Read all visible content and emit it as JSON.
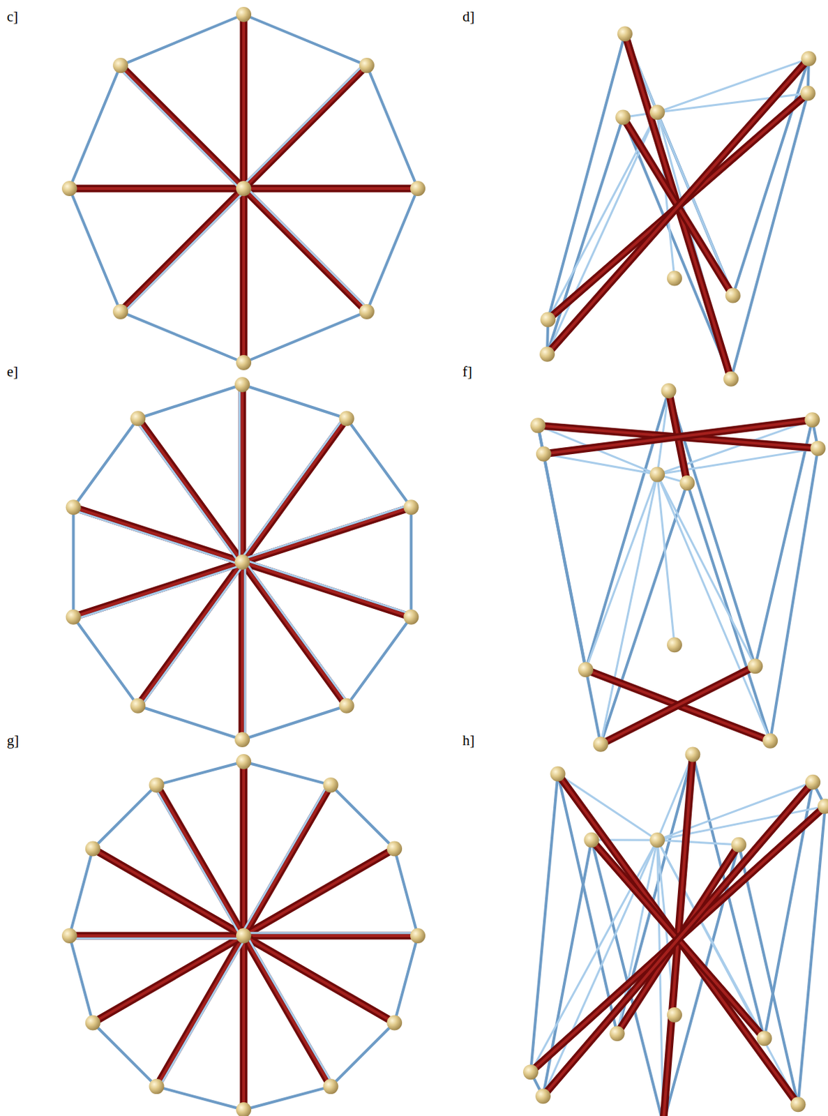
{
  "diagram": {
    "labels": [
      "c]",
      "d]",
      "e]",
      "f]",
      "g]",
      "h]"
    ]
  }
}
